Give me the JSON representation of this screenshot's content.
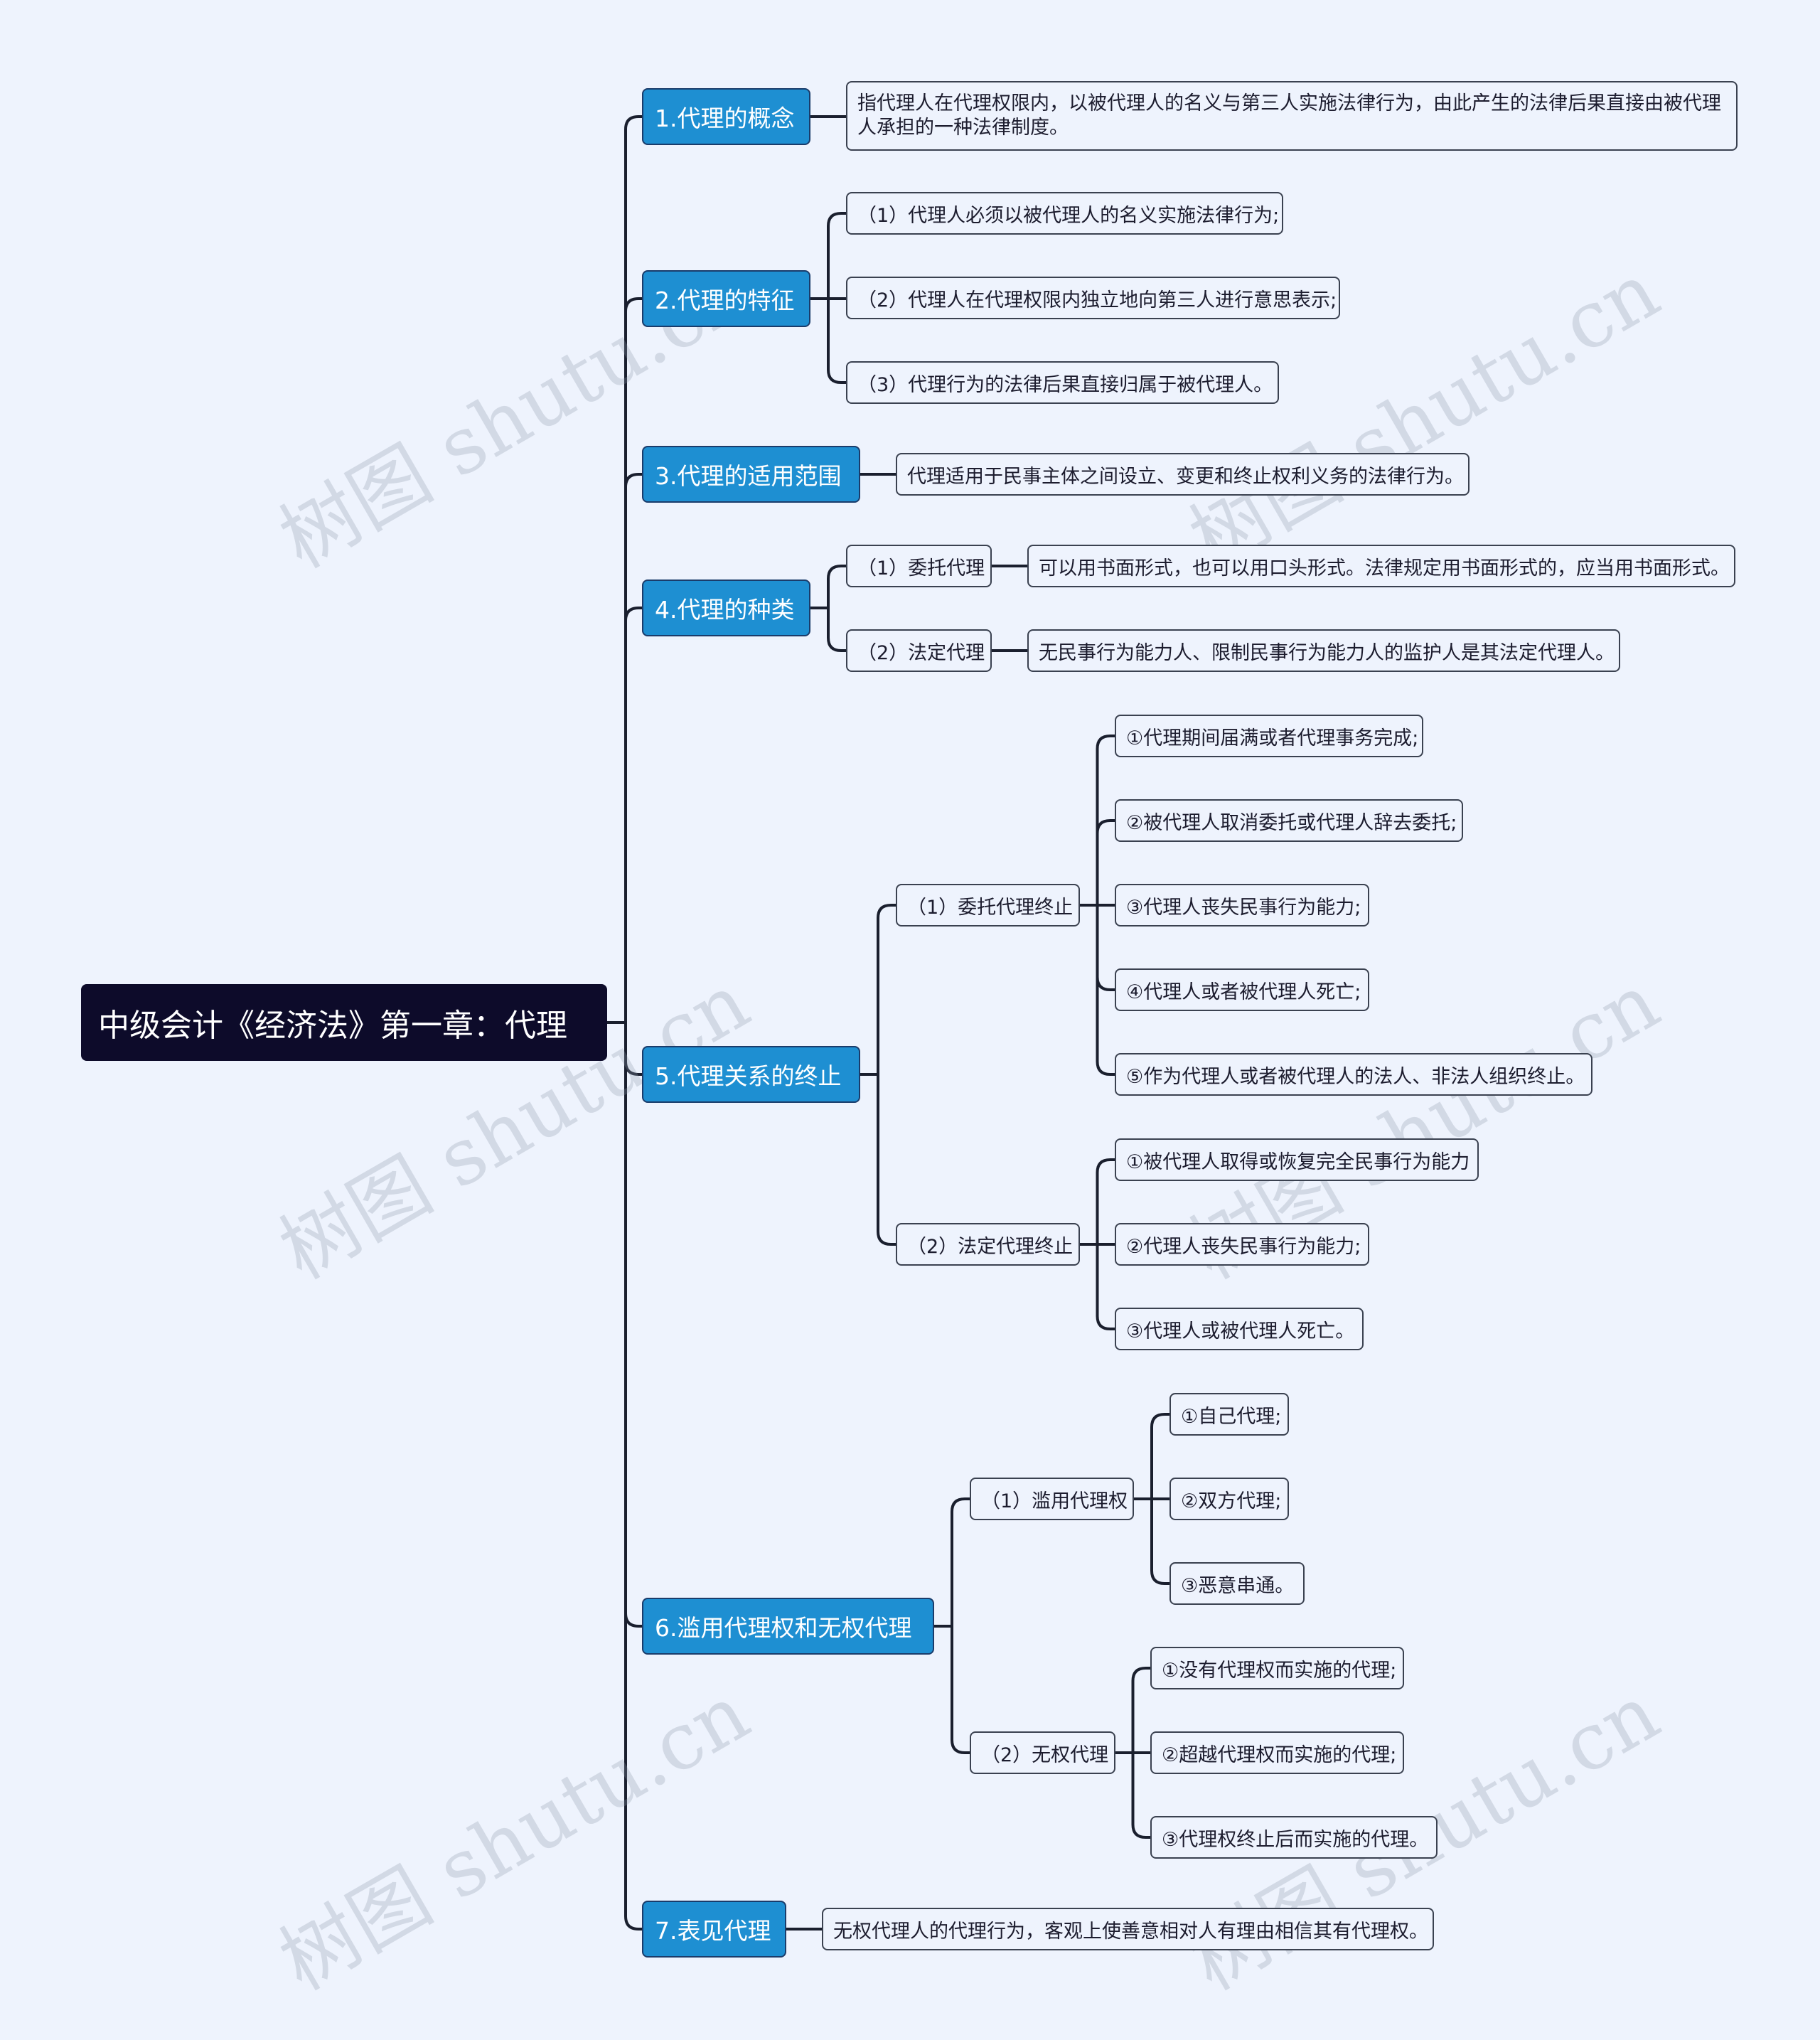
{
  "root": "中级会计《经济法》第一章：代理",
  "sections": {
    "s1": {
      "title": "1.代理的概念",
      "text": "指代理人在代理权限内，以被代理人的名义与第三人实施法律行为，由此产生的法律后果直接由被代理人承担的一种法律制度。"
    },
    "s2": {
      "title": "2.代理的特征",
      "items": [
        "（1）代理人必须以被代理人的名义实施法律行为;",
        "（2）代理人在代理权限内独立地向第三人进行意思表示;",
        "（3）代理行为的法律后果直接归属于被代理人。"
      ]
    },
    "s3": {
      "title": "3.代理的适用范围",
      "text": "代理适用于民事主体之间设立、变更和终止权利义务的法律行为。"
    },
    "s4": {
      "title": "4.代理的种类",
      "items": [
        {
          "label": "（1）委托代理",
          "text": "可以用书面形式，也可以用口头形式。法律规定用书面形式的，应当用书面形式。"
        },
        {
          "label": "（2）法定代理",
          "text": "无民事行为能力人、限制民事行为能力人的监护人是其法定代理人。"
        }
      ]
    },
    "s5": {
      "title": "5.代理关系的终止",
      "groups": [
        {
          "label": "（1）委托代理终止",
          "items": [
            "①代理期间届满或者代理事务完成;",
            "②被代理人取消委托或代理人辞去委托;",
            "③代理人丧失民事行为能力;",
            "④代理人或者被代理人死亡;",
            "⑤作为代理人或者被代理人的法人、非法人组织终止。"
          ]
        },
        {
          "label": "（2）法定代理终止",
          "items": [
            "①被代理人取得或恢复完全民事行为能力",
            "②代理人丧失民事行为能力;",
            "③代理人或被代理人死亡。"
          ]
        }
      ]
    },
    "s6": {
      "title": "6.滥用代理权和无权代理",
      "groups": [
        {
          "label": "（1）滥用代理权",
          "items": [
            "①自己代理;",
            "②双方代理;",
            "③恶意串通。"
          ]
        },
        {
          "label": "（2）无权代理",
          "items": [
            "①没有代理权而实施的代理;",
            "②超越代理权而实施的代理;",
            "③代理权终止后而实施的代理。"
          ]
        }
      ]
    },
    "s7": {
      "title": "7.表见代理",
      "text": "无权代理人的代理行为，客观上使善意相对人有理由相信其有代理权。"
    }
  },
  "watermark": "树图 shutu.cn",
  "colors": {
    "background": "#eef3fd",
    "root": "#0d0b2a",
    "branch": "#1e8fd2",
    "line": "#1a1f2e"
  }
}
